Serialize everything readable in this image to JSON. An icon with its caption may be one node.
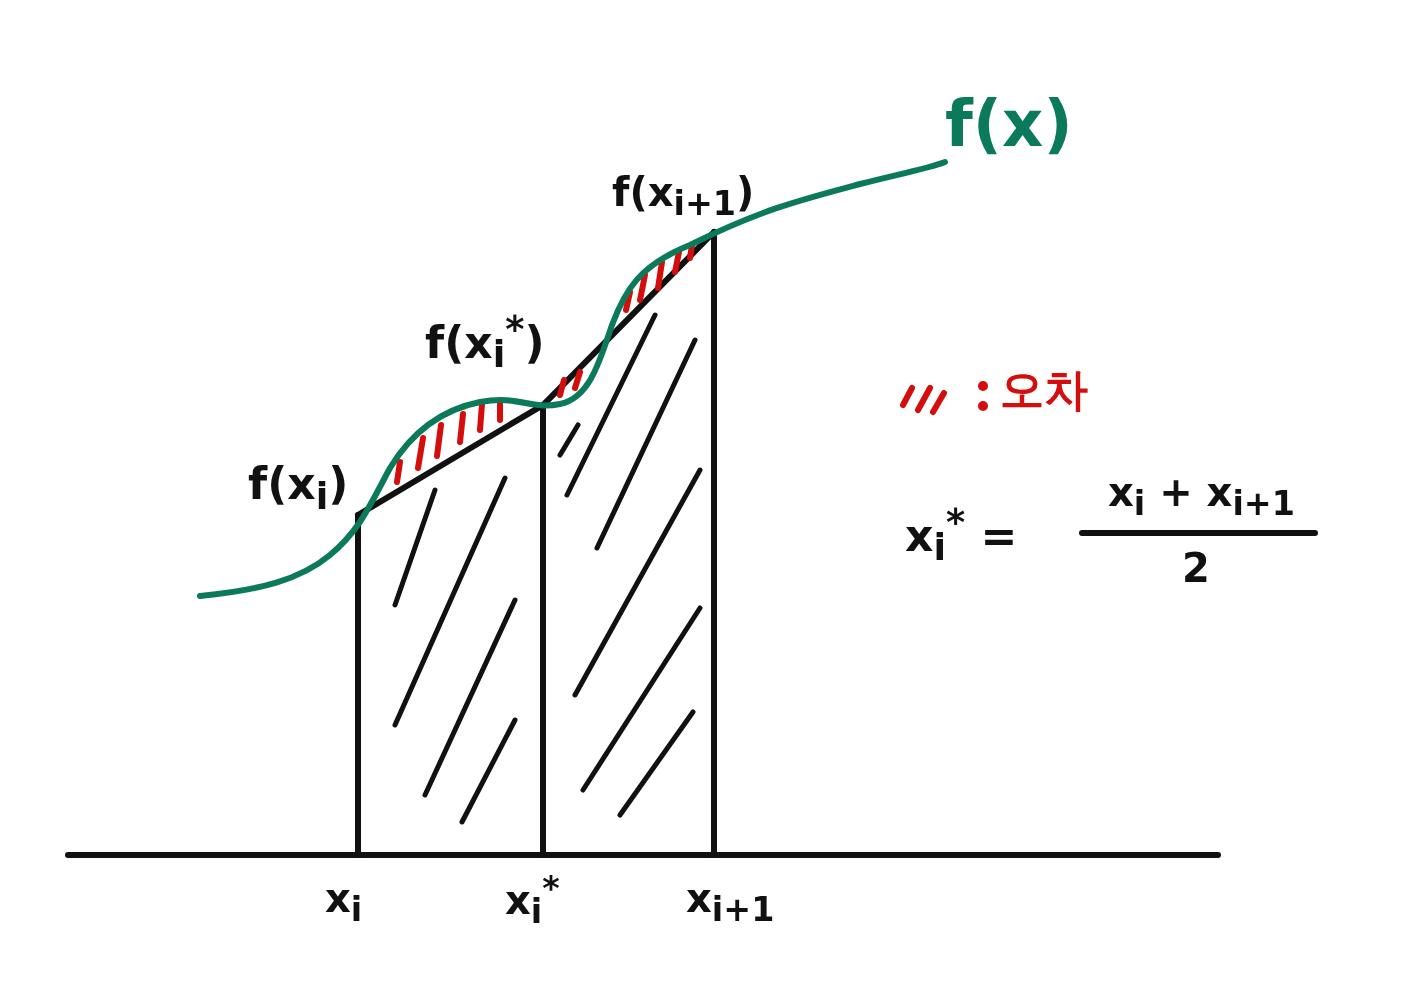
{
  "diagram": {
    "labels": [
      "f(x)",
      "f(x$_{i+1}$)",
      "f(x$_{i}$$^{*}$)",
      "f(x$_{i}$)",
      "x$_{i}$$^{*}$ =",
      "x$_{i}$ + x$_{i+1}$",
      "2",
      "x$_{i}$",
      "x$_{i}$$^{*}$",
      "x$_{i+1}$"
    ],
    "legend": [
      {
        "text": "오차"
      }
    ]
  }
}
